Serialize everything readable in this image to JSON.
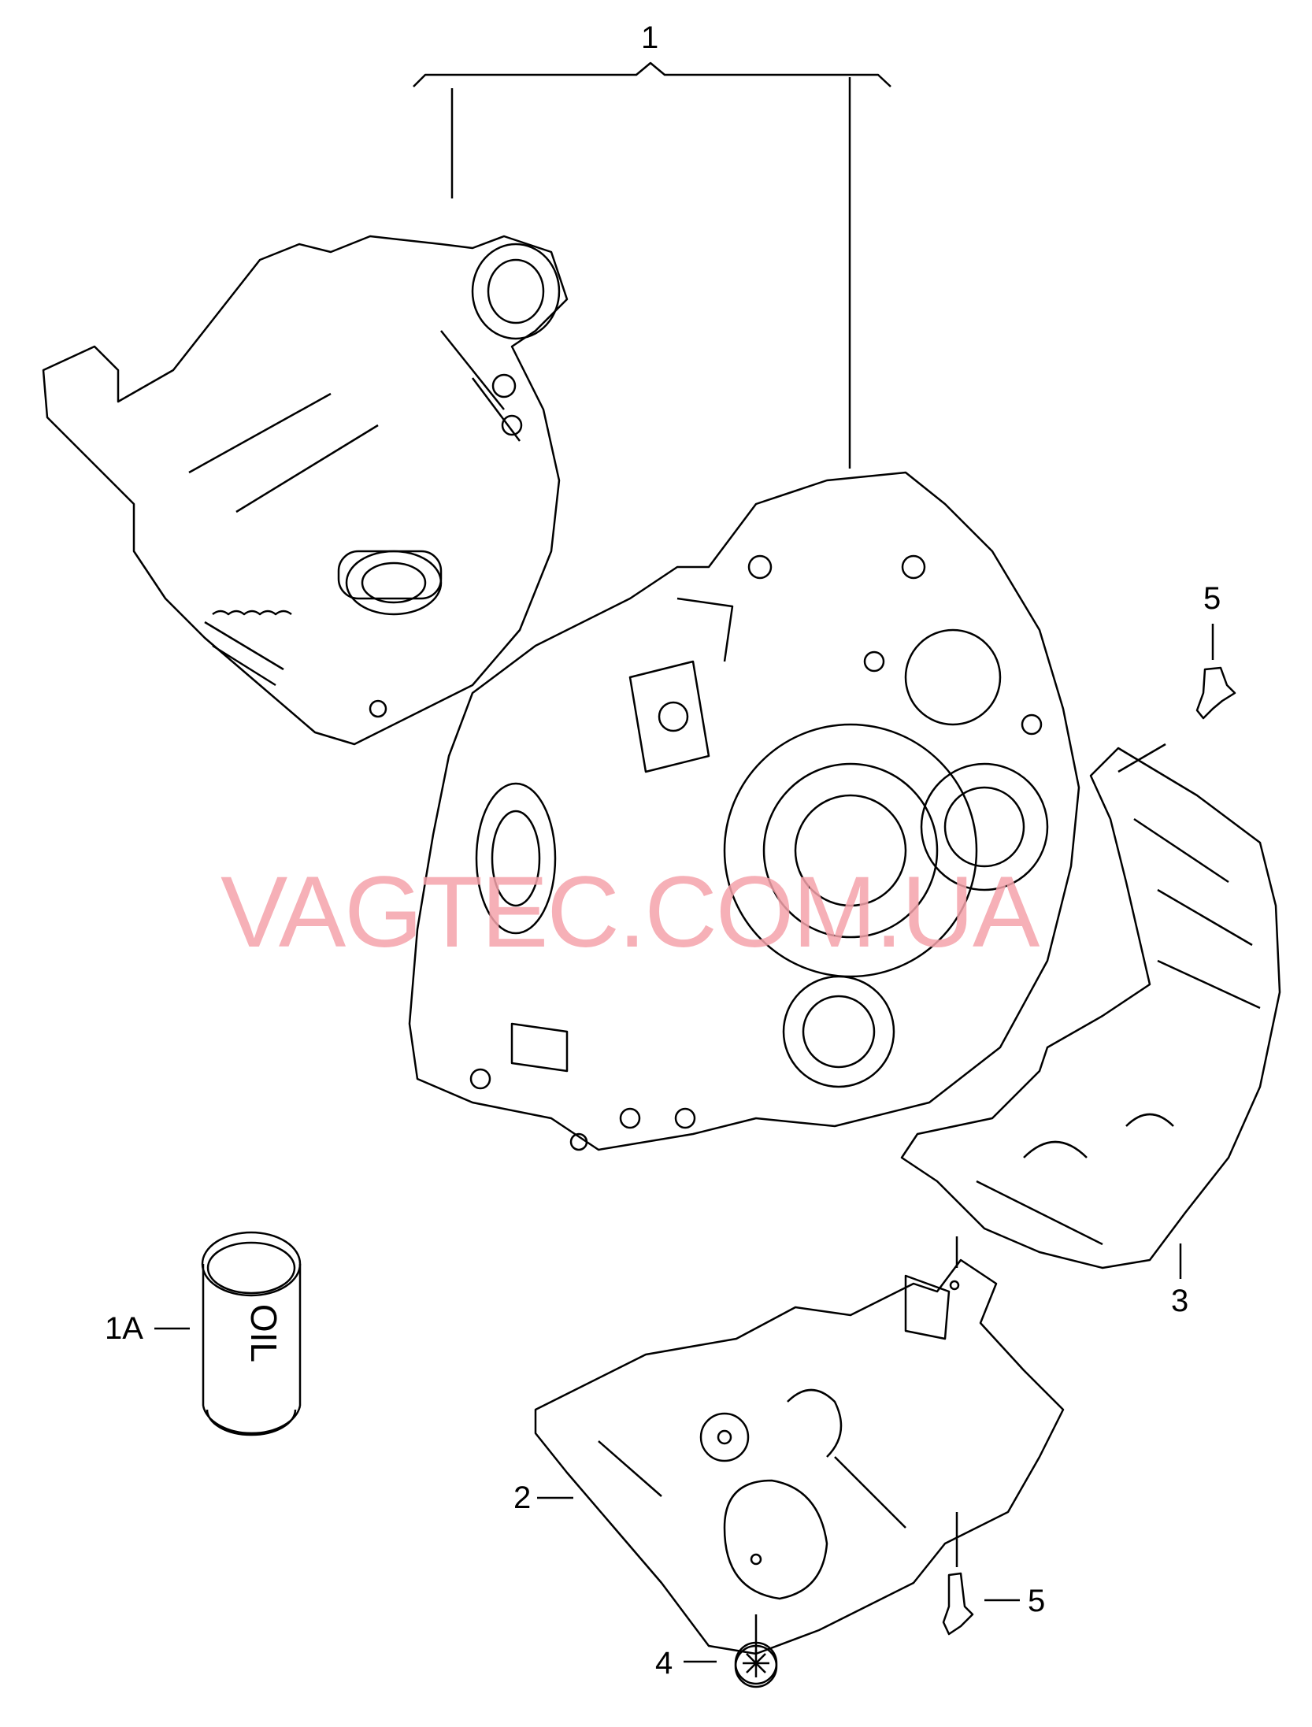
{
  "callouts": {
    "c1": "1",
    "c1a": "1A",
    "c2": "2",
    "c3": "3",
    "c4": "4",
    "c5_top": "5",
    "c5_bottom": "5"
  },
  "oil_can_text": "OIL",
  "watermark": "VAGTEC.COM.UA",
  "colors": {
    "line": "#000000",
    "watermark": "#f5a3ab"
  }
}
